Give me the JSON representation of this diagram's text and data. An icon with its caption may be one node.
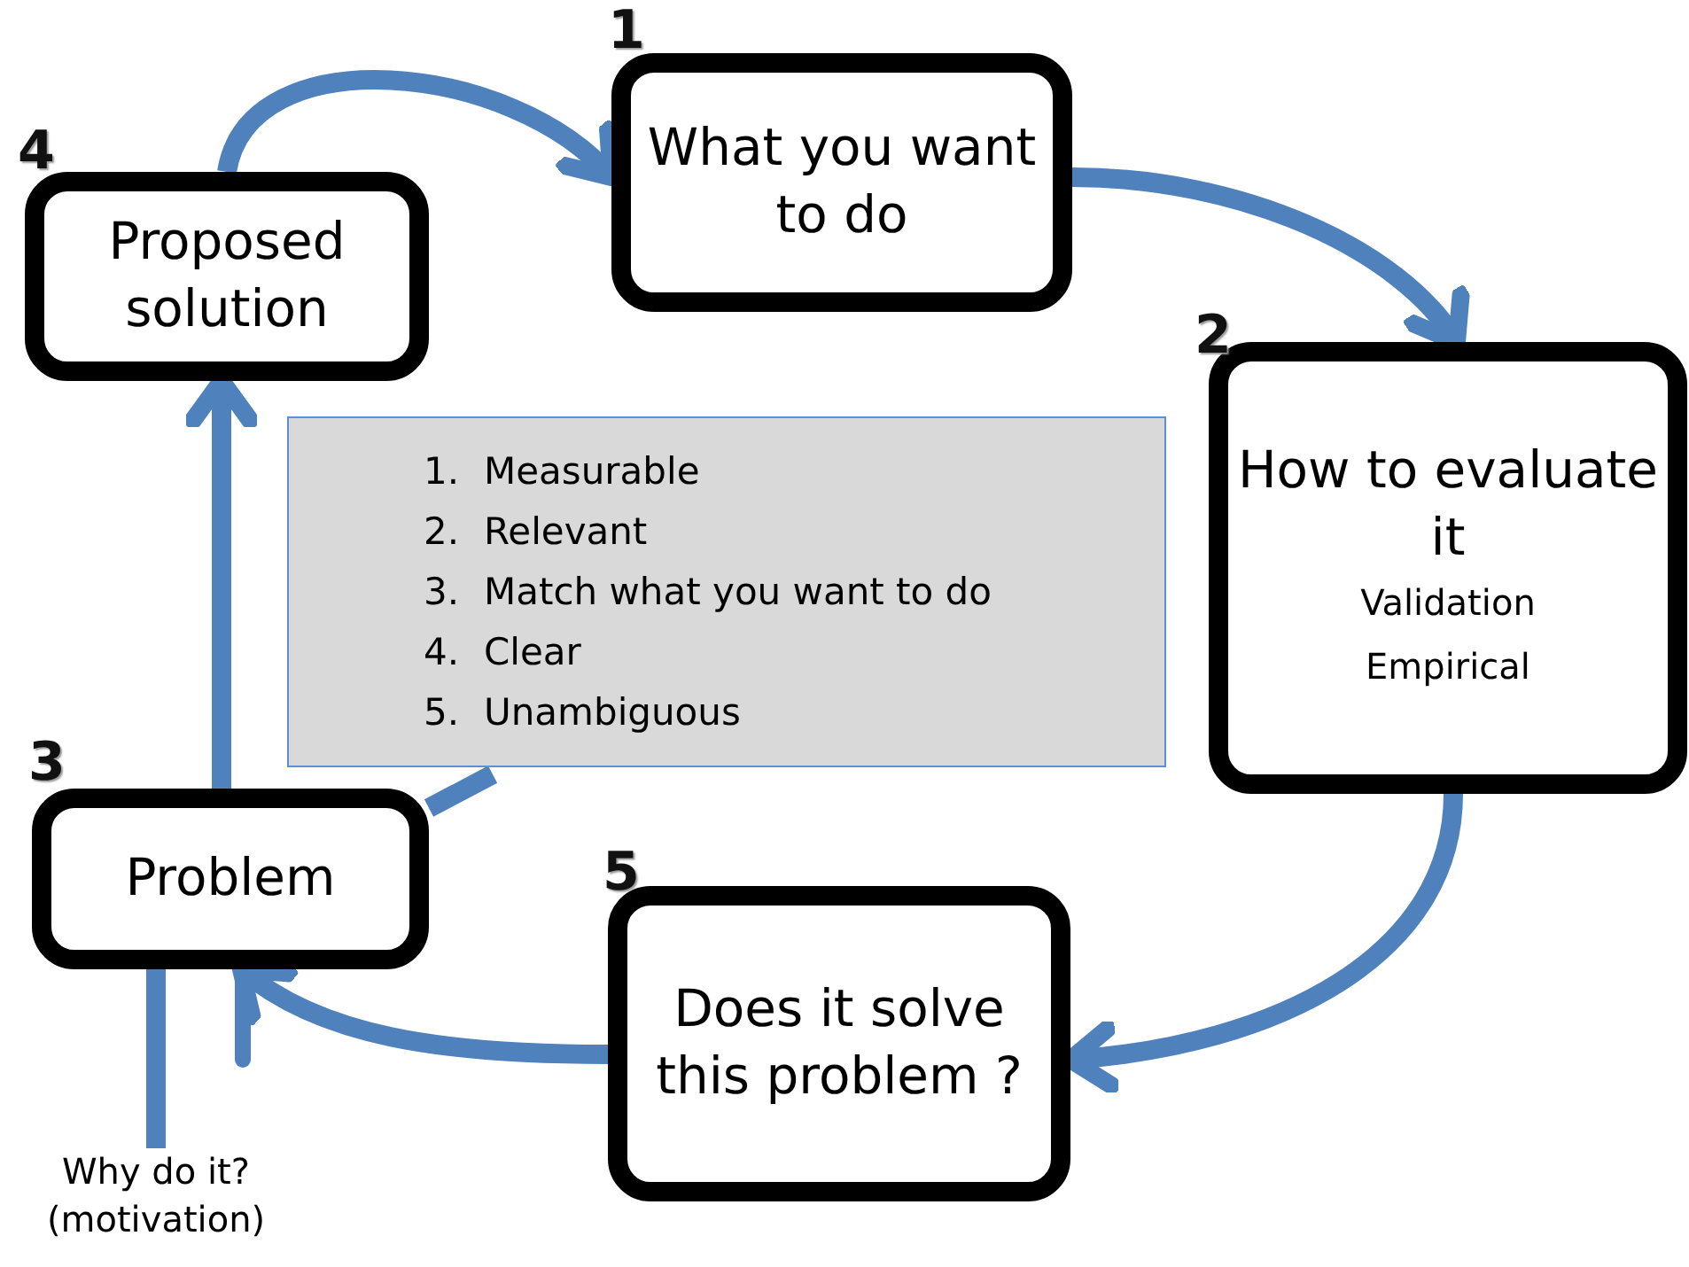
{
  "diagram": {
    "nodes": [
      {
        "text": [
          "Proposed solution"
        ],
        "beside": [
          "4"
        ]
      },
      {
        "text": [
          "What you want to do"
        ],
        "beside": [
          "1"
        ]
      },
      {
        "text": [
          "How to evaluate it",
          "Validation",
          "Empirical"
        ],
        "beside": [
          "2"
        ]
      },
      {
        "text": [
          "1. Measurable",
          "2. Relevant",
          "3. Match what you want to do",
          "4. Clear",
          "5. Unambiguous"
        ]
      },
      {
        "text": [
          "Problem"
        ],
        "beside": [
          "3"
        ]
      },
      {
        "text": [
          "Does it solve this problem ?"
        ],
        "beside": [
          "5"
        ]
      },
      {
        "text": [
          "Why do it? (motivation)"
        ]
      }
    ],
    "edges": [
      {
        "from": 0,
        "to": 1,
        "arrow": "to"
      },
      {
        "from": 1,
        "to": 2,
        "arrow": "to"
      },
      {
        "from": 2,
        "to": 5,
        "arrow": "to"
      },
      {
        "from": 5,
        "to": 4,
        "arrow": "to"
      },
      {
        "from": 4,
        "to": 0,
        "arrow": "to"
      },
      {
        "from": 6,
        "to": 4,
        "arrow": "none"
      },
      {
        "from": 3,
        "to": 4,
        "arrow": "none"
      }
    ]
  }
}
